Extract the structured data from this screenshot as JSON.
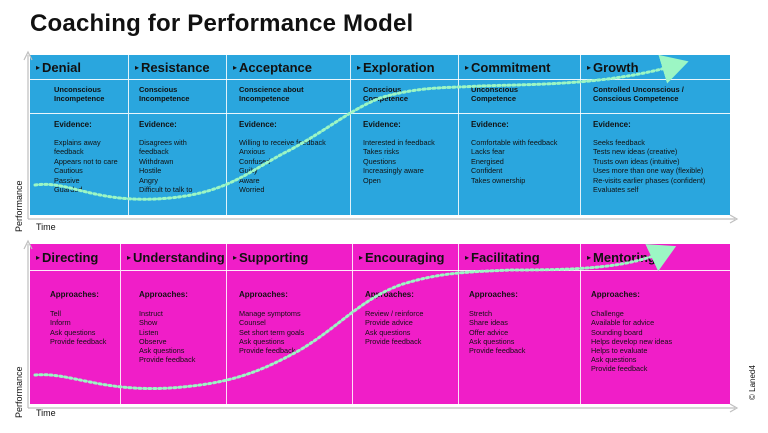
{
  "title": "Coaching for Performance Model",
  "axis": {
    "y_label": "Performance",
    "x_label": "Time"
  },
  "copyright": "© Laned4",
  "colors": {
    "top_panel": "#2aa6de",
    "bottom_panel": "#f01ec8",
    "curve": "#9cf6c4",
    "axis": "#bfbfbf"
  },
  "top": {
    "columns": [
      {
        "name": "Denial",
        "stage": "Unconscious Incompetence",
        "evidence_label": "Evidence:",
        "items": [
          "Explains away",
          "feedback",
          "Appears not to care",
          "Cautious",
          "Passive",
          "Guarded"
        ]
      },
      {
        "name": "Resistance",
        "stage": "Conscious Incompetence",
        "evidence_label": "Evidence:",
        "items": [
          "Disagrees with",
          "feedback",
          "Withdrawn",
          "Hostile",
          "Angry",
          "Difficult to talk to"
        ]
      },
      {
        "name": "Acceptance",
        "stage": "Conscience about Incompetence",
        "evidence_label": "Evidence:",
        "items": [
          "Willing to receive feedback",
          "Anxious",
          "Confused",
          "Guilty",
          "Aware",
          "Worried"
        ]
      },
      {
        "name": "Exploration",
        "stage": "Conscious Competence",
        "evidence_label": "Evidence:",
        "items": [
          "Interested in feedback",
          "Takes risks",
          "Questions",
          "Increasingly aware",
          "Open"
        ]
      },
      {
        "name": "Commitment",
        "stage": "Unconscious Competence",
        "evidence_label": "Evidence:",
        "items": [
          "Comfortable with feedback",
          "Lacks fear",
          "Energised",
          "Confident",
          "Takes ownership"
        ]
      },
      {
        "name": "Growth",
        "stage": "Controlled Unconscious / Conscious Competence",
        "evidence_label": "Evidence:",
        "items": [
          "Seeks feedback",
          "Tests new ideas (creative)",
          "Trusts own ideas (intuitive)",
          "Uses more than one way (flexible)",
          "Re-visits earlier phases (confident)",
          "Evaluates self"
        ]
      }
    ]
  },
  "bottom": {
    "columns": [
      {
        "name": "Directing",
        "approaches_label": "Approaches:",
        "items": [
          "Tell",
          "Inform",
          "Ask questions",
          "Provide feedback"
        ]
      },
      {
        "name": "Understanding",
        "approaches_label": "Approaches:",
        "items": [
          "Instruct",
          "Show",
          "Listen",
          "Observe",
          "Ask questions",
          "Provide feedback"
        ]
      },
      {
        "name": "Supporting",
        "approaches_label": "Approaches:",
        "items": [
          "Manage symptoms",
          "Counsel",
          "Set short term goals",
          "Ask questions",
          "Provide feedback"
        ]
      },
      {
        "name": "Encouraging",
        "approaches_label": "Approaches:",
        "items": [
          "Review / reinforce",
          "Provide advice",
          "Ask questions",
          "Provide feedback"
        ]
      },
      {
        "name": "Facilitating",
        "approaches_label": "Approaches:",
        "items": [
          "Stretch",
          "Share ideas",
          "Offer advice",
          "Ask questions",
          "Provide feedback"
        ]
      },
      {
        "name": "Mentoring",
        "approaches_label": "Approaches:",
        "items": [
          "Challenge",
          "Available for advice",
          "Sounding board",
          "Helps develop new ideas",
          "Helps to evaluate",
          "Ask questions",
          "Provide feedback"
        ]
      }
    ]
  }
}
